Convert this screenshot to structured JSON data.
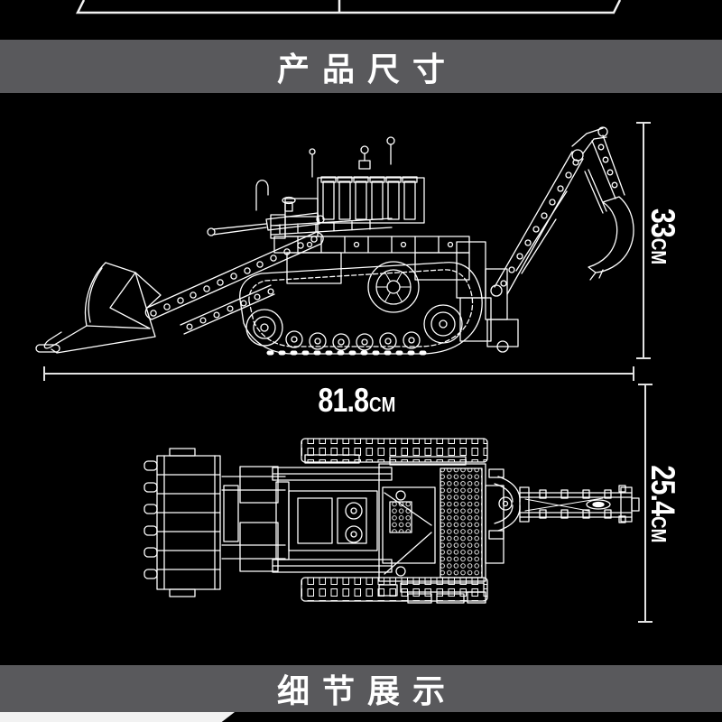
{
  "colors": {
    "background": "#000000",
    "banner_bg": "#59595c",
    "banner_text": "#ffffff",
    "line": "#ffffff",
    "dim_line": "#e3e3e3"
  },
  "sections": {
    "size_banner": {
      "label": "产品尺寸"
    },
    "detail_banner": {
      "label": "细节展示"
    }
  },
  "dimensions": {
    "model_height": {
      "value": "33",
      "unit": "CM",
      "orientation": "vertical"
    },
    "model_length": {
      "value": "81.8",
      "unit": "CM",
      "orientation": "horizontal"
    },
    "model_width": {
      "value": "25.4",
      "unit": "CM",
      "orientation": "vertical"
    }
  },
  "drawings": {
    "side_view": {
      "name": "backhoe-loader-side-view-blueprint"
    },
    "top_view": {
      "name": "backhoe-loader-top-view-blueprint"
    }
  }
}
